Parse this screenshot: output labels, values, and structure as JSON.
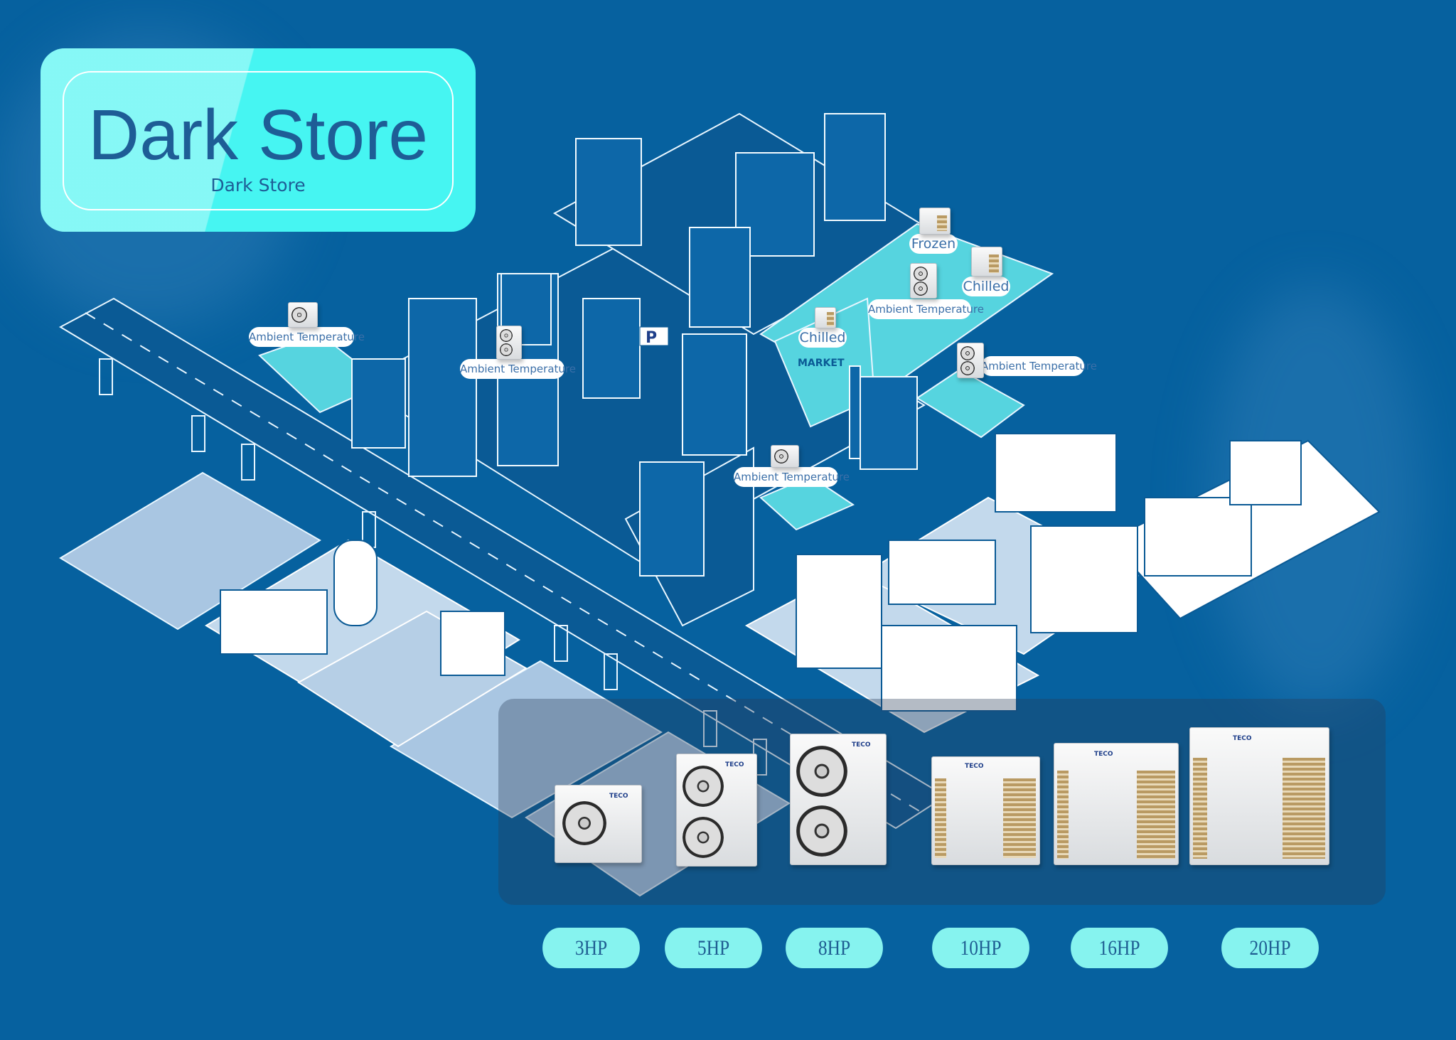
{
  "title": {
    "main": "Dark Store",
    "subtitle": "Dark Store"
  },
  "map_labels": [
    {
      "text": "Ambient Temperature"
    },
    {
      "text": "Ambient Temperature"
    },
    {
      "text": "Frozen"
    },
    {
      "text": "Chilled"
    },
    {
      "text": "Ambient Temperature"
    },
    {
      "text": "Chilled"
    },
    {
      "text": "Ambient Temperature"
    },
    {
      "text": "Ambient Temperature"
    }
  ],
  "signs": {
    "parking": "P",
    "market": "MARKET"
  },
  "brand": "TECO",
  "products": [
    {
      "label": "3HP"
    },
    {
      "label": "5HP"
    },
    {
      "label": "8HP"
    },
    {
      "label": "10HP"
    },
    {
      "label": "16HP"
    },
    {
      "label": "20HP"
    }
  ],
  "colors": {
    "background": "#06619f",
    "accent": "#46f5f2",
    "pill": "#86f3ef",
    "text": "#1e5d96"
  }
}
